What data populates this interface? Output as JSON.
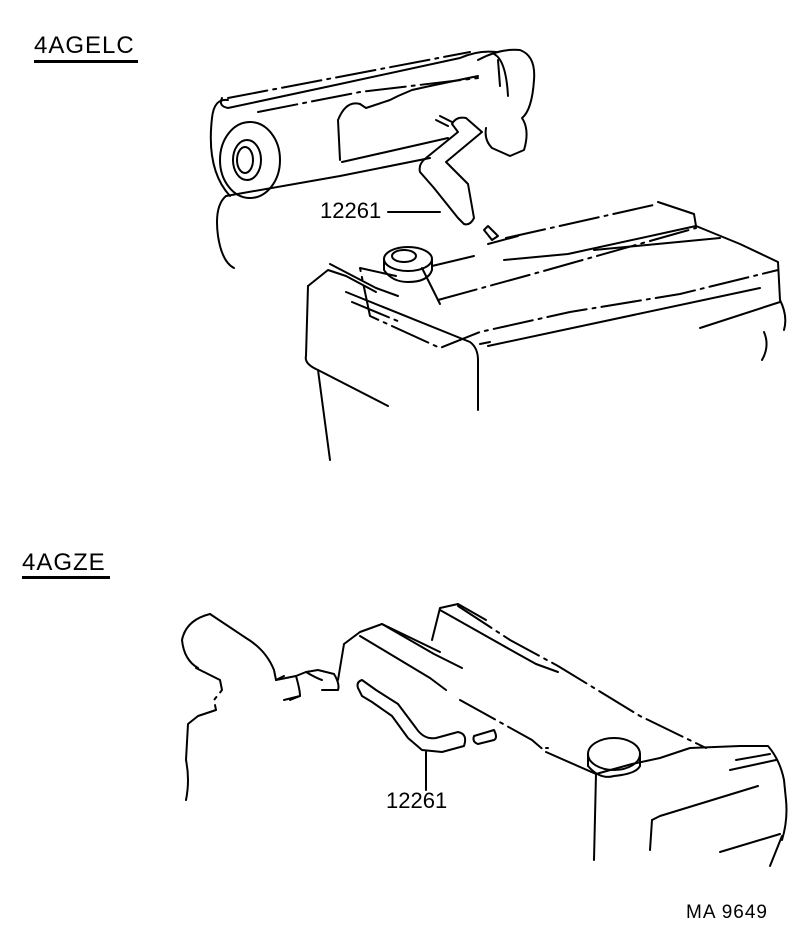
{
  "diagrams": [
    {
      "engine_label": "4AGELC",
      "parts": [
        {
          "number": "12261"
        }
      ]
    },
    {
      "engine_label": "4AGZE",
      "parts": [
        {
          "number": "12261"
        }
      ]
    }
  ],
  "footer": {
    "doc_code": "MA  9649"
  },
  "icons": {
    "hose": "ventilation-hose-icon",
    "engine": "engine-block-icon",
    "intake": "air-intake-icon"
  }
}
